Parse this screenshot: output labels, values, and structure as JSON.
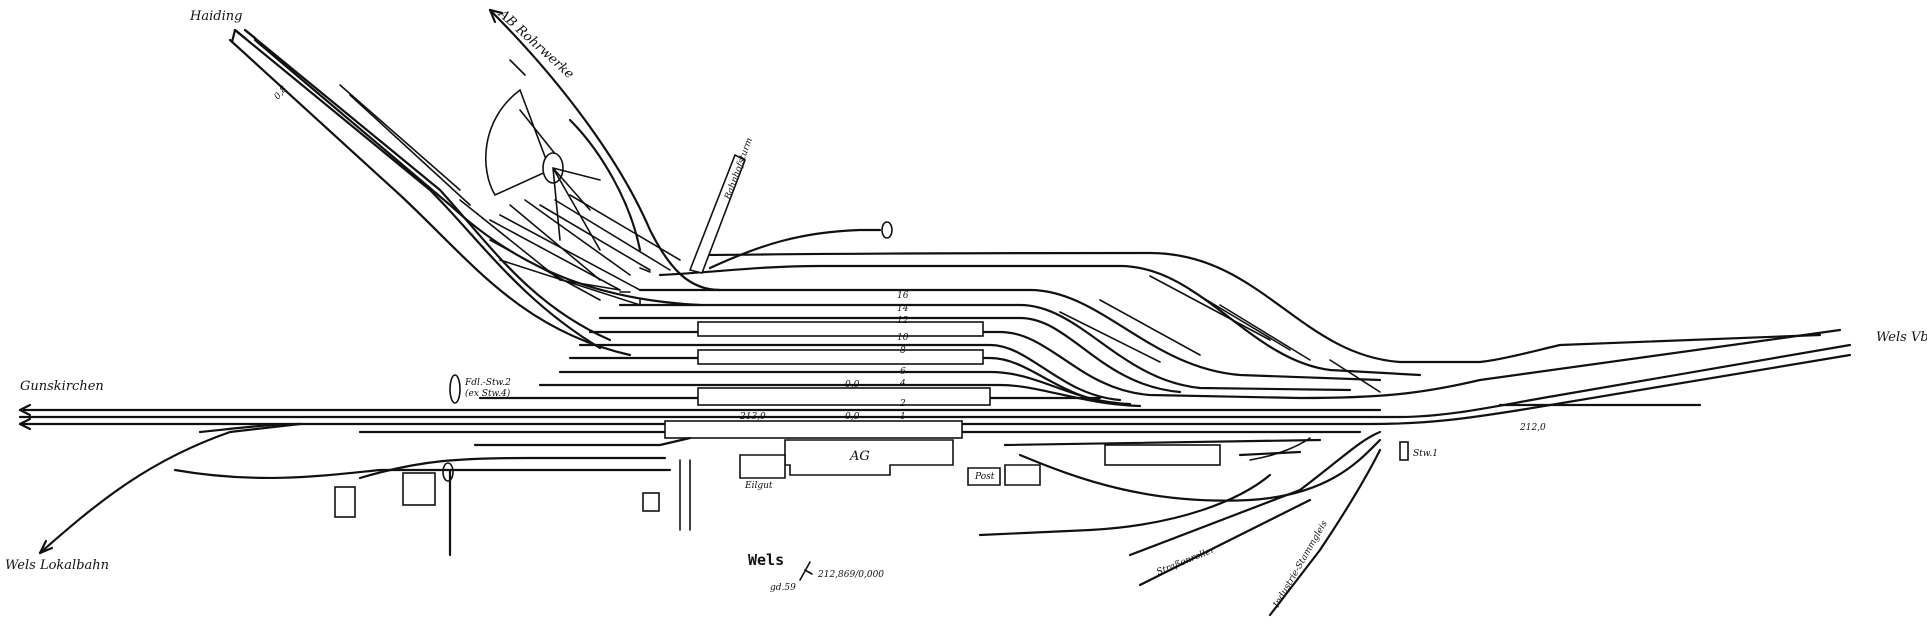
{
  "station": {
    "name": "Wels",
    "reference_number": "212,869/0,000",
    "reference_sub": "gd.59"
  },
  "destinations": {
    "haiding": "Haiding",
    "aschach": "AB Rohrwerke",
    "gunskirchen": "Gunskirchen",
    "wels_lokalbahn": "Wels Lokalbahn",
    "wels_vbf": "Wels Vbf",
    "strassenroller": "Straßenroller",
    "industrie": "Industrie-Stammgleis"
  },
  "facilities": {
    "bahnhofsgebaeude": "AG",
    "eilgut": "Eilgut",
    "post": "Post",
    "bahnhofsturm": "Bahnhofsturm",
    "stellwerk2": "Fdl.-Stw.2",
    "stellwerk2_sub": "(ex Stw.4)",
    "stellwerk1": "Stw.1"
  },
  "track_numbers": [
    "16",
    "14",
    "12",
    "10",
    "8",
    "6",
    "4",
    "2",
    "1"
  ],
  "kilometres": {
    "km_west": "213,0",
    "km_east": "212,0",
    "km_mid1": "0,0",
    "km_mid2": "0,0",
    "km_haiding": "0,8"
  }
}
